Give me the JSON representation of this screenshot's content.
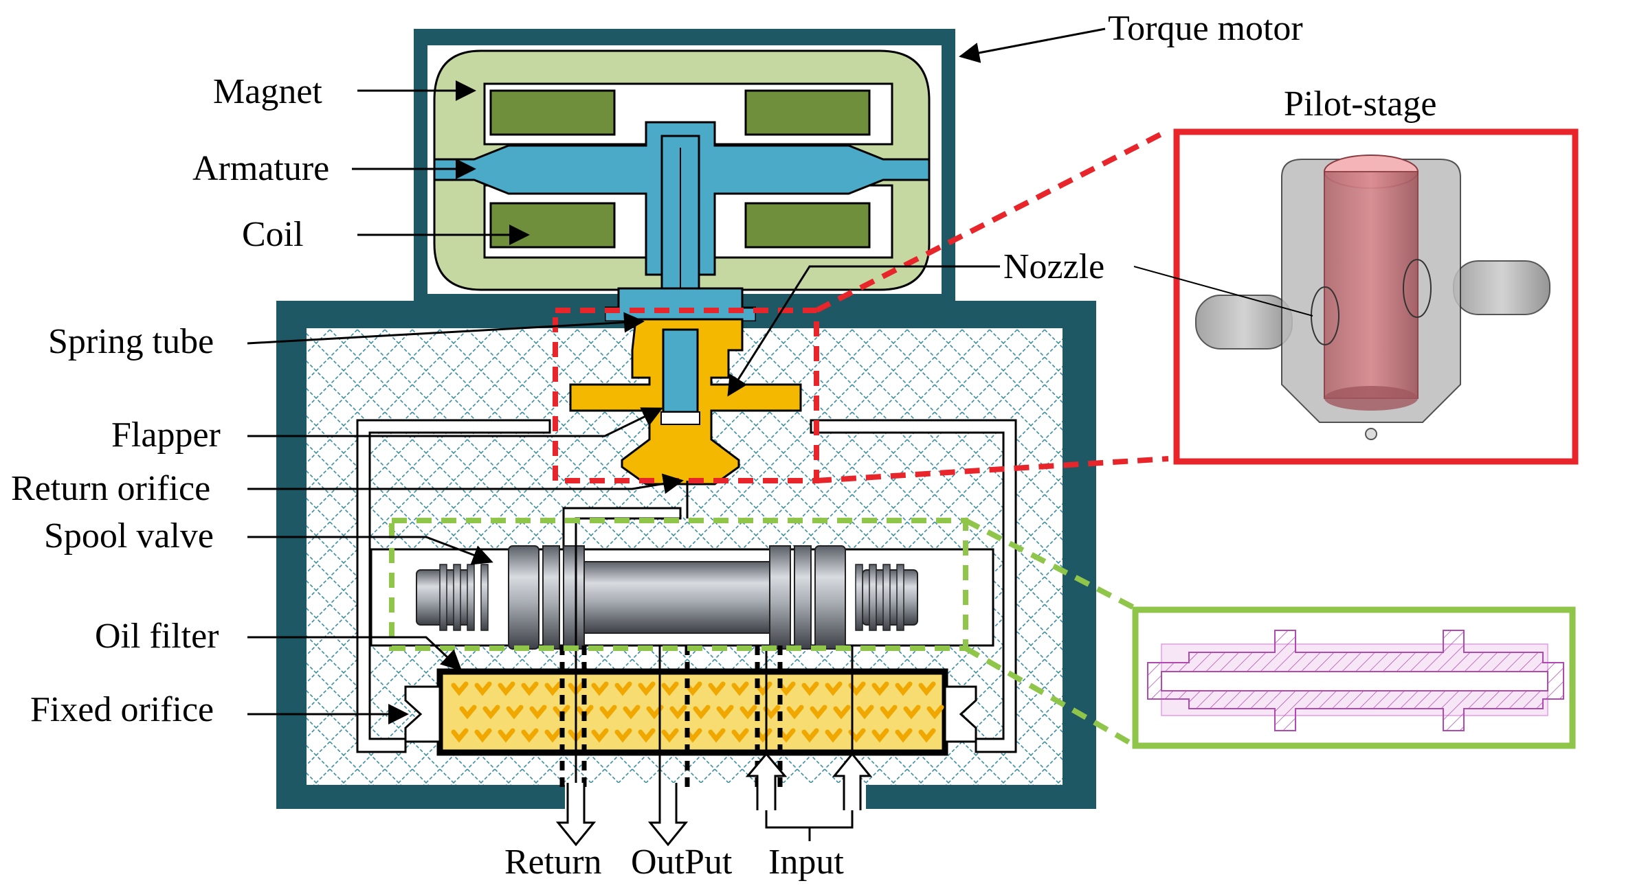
{
  "labels": {
    "torque_motor": "Torque motor",
    "magnet": "Magnet",
    "armature": "Armature",
    "coil": "Coil",
    "nozzle": "Nozzle",
    "spring_tube": "Spring tube",
    "flapper": "Flapper",
    "return_orifice": "Return orifice",
    "spool_valve": "Spool valve",
    "oil_filter": "Oil filter",
    "fixed_orifice": "Fixed orifice",
    "pilot_stage": "Pilot-stage",
    "port_return": "Return",
    "port_output": "OutPut",
    "port_input": "Input"
  },
  "colors": {
    "housing": "#1e5864",
    "magnet": "#c5d8a2",
    "coil": "#6f8f3c",
    "armature": "#4aaac8",
    "flapper_body": "#f5b800",
    "filter_fill": "#f7dc72",
    "filter_mark": "#f0a800",
    "mesh": "#3a8ea6",
    "pilot_box": "#e8252a",
    "spool_box": "#8fc64a",
    "spool_section": "#e89ae8"
  }
}
